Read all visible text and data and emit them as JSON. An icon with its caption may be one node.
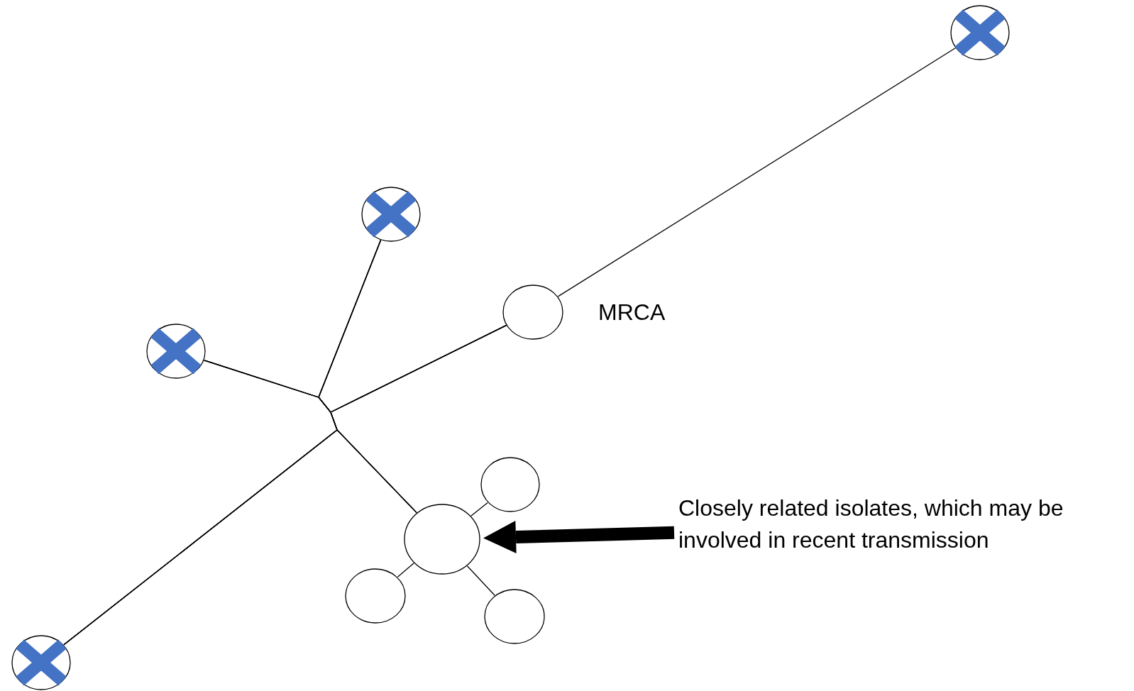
{
  "diagram": {
    "nodes": [
      {
        "text": [],
        "shape": "circle"
      },
      {
        "text": [],
        "shape": "circle"
      },
      {
        "text": [],
        "shape": "circle",
        "beside": [
          "MRCA"
        ]
      },
      {
        "text": [],
        "shape": "circle"
      },
      {
        "text": [],
        "shape": "circle"
      },
      {
        "text": [],
        "shape": "circle"
      },
      {
        "text": [],
        "shape": "circle"
      },
      {
        "text": [],
        "shape": "circle"
      },
      {
        "text": [],
        "shape": "circle"
      },
      {
        "text": [
          "Closely related isolates, which may be involved in recent transmission"
        ]
      }
    ],
    "edges": [
      {
        "from": 3,
        "to": 1,
        "arrow": "none"
      },
      {
        "from": 3,
        "to": 2,
        "arrow": "none"
      },
      {
        "from": 3,
        "to": 8,
        "arrow": "none"
      },
      {
        "from": 3,
        "to": 5,
        "arrow": "none"
      },
      {
        "from": 1,
        "to": 2,
        "arrow": "none"
      },
      {
        "from": 1,
        "to": 8,
        "arrow": "none"
      },
      {
        "from": 1,
        "to": 5,
        "arrow": "none"
      },
      {
        "from": 2,
        "to": 8,
        "arrow": "none"
      },
      {
        "from": 2,
        "to": 5,
        "arrow": "none"
      },
      {
        "from": 8,
        "to": 5,
        "arrow": "none"
      },
      {
        "from": 2,
        "to": 0,
        "arrow": "none"
      },
      {
        "from": 5,
        "to": 4,
        "arrow": "none"
      },
      {
        "from": 5,
        "to": 6,
        "arrow": "none"
      },
      {
        "from": 5,
        "to": 7,
        "arrow": "none"
      },
      {
        "from": 9,
        "to": 5,
        "arrow": "to",
        "style": "thick"
      }
    ]
  }
}
